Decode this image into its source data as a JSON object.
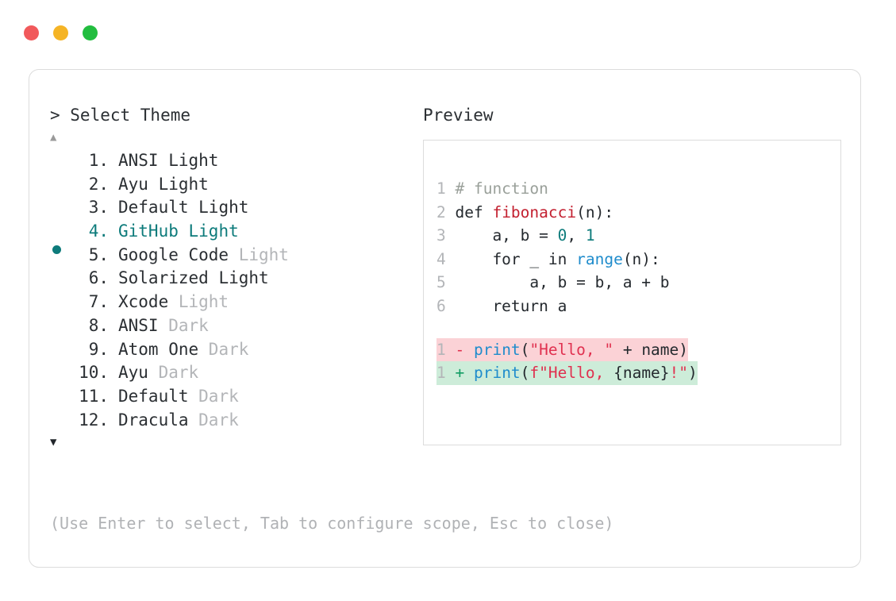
{
  "window": {
    "dots": [
      {
        "name": "close",
        "color": "#f1595b"
      },
      {
        "name": "minimize",
        "color": "#f5b425"
      },
      {
        "name": "maximize",
        "color": "#22bd3f"
      }
    ]
  },
  "selector": {
    "prompt": "> Select Theme",
    "scroll_up_icon": "▲",
    "scroll_down_icon": "▼",
    "selected_index": 4,
    "selected_bullet": "●",
    "accent_color": "#0d7b7b",
    "items": [
      {
        "num": " 1.",
        "name": "ANSI",
        "variant": "Light",
        "variant_dim": false,
        "selected": false
      },
      {
        "num": " 2.",
        "name": "Ayu",
        "variant": "Light",
        "variant_dim": false,
        "selected": false
      },
      {
        "num": " 3.",
        "name": "Default",
        "variant": "Light",
        "variant_dim": false,
        "selected": false
      },
      {
        "num": " 4.",
        "name": "GitHub",
        "variant": "Light",
        "variant_dim": false,
        "selected": true
      },
      {
        "num": " 5.",
        "name": "Google Code",
        "variant": "Light",
        "variant_dim": true,
        "selected": false
      },
      {
        "num": " 6.",
        "name": "Solarized",
        "variant": "Light",
        "variant_dim": false,
        "selected": false
      },
      {
        "num": " 7.",
        "name": "Xcode",
        "variant": "Light",
        "variant_dim": true,
        "selected": false
      },
      {
        "num": " 8.",
        "name": "ANSI",
        "variant": "Dark",
        "variant_dim": true,
        "selected": false
      },
      {
        "num": " 9.",
        "name": "Atom One",
        "variant": "Dark",
        "variant_dim": true,
        "selected": false
      },
      {
        "num": "10.",
        "name": "Ayu",
        "variant": "Dark",
        "variant_dim": true,
        "selected": false
      },
      {
        "num": "11.",
        "name": "Default",
        "variant": "Dark",
        "variant_dim": true,
        "selected": false
      },
      {
        "num": "12.",
        "name": "Dracula",
        "variant": "Dark",
        "variant_dim": true,
        "selected": false
      }
    ]
  },
  "preview": {
    "label": "Preview",
    "code_lines": [
      {
        "ln": "1",
        "tokens": [
          {
            "t": "# function",
            "c": "comment"
          }
        ]
      },
      {
        "ln": "2",
        "tokens": [
          {
            "t": "def ",
            "c": "plain"
          },
          {
            "t": "fibonacci",
            "c": "func"
          },
          {
            "t": "(n):",
            "c": "plain"
          }
        ]
      },
      {
        "ln": "3",
        "tokens": [
          {
            "t": "    a, b = ",
            "c": "plain"
          },
          {
            "t": "0",
            "c": "num"
          },
          {
            "t": ", ",
            "c": "plain"
          },
          {
            "t": "1",
            "c": "num"
          }
        ]
      },
      {
        "ln": "4",
        "tokens": [
          {
            "t": "    for _ in ",
            "c": "plain"
          },
          {
            "t": "range",
            "c": "builtin"
          },
          {
            "t": "(n):",
            "c": "plain"
          }
        ]
      },
      {
        "ln": "5",
        "tokens": [
          {
            "t": "        a, b = b, a + b",
            "c": "plain"
          }
        ]
      },
      {
        "ln": "6",
        "tokens": [
          {
            "t": "    return a",
            "c": "plain"
          }
        ]
      }
    ],
    "diff_lines": [
      {
        "ln": "1",
        "kind": "del",
        "sign": "-",
        "tokens": [
          {
            "t": "print",
            "c": "builtin"
          },
          {
            "t": "(",
            "c": "plain"
          },
          {
            "t": "\"Hello, \"",
            "c": "str"
          },
          {
            "t": " + name)",
            "c": "plain"
          }
        ]
      },
      {
        "ln": "1",
        "kind": "add",
        "sign": "+",
        "tokens": [
          {
            "t": "print",
            "c": "builtin"
          },
          {
            "t": "(",
            "c": "plain"
          },
          {
            "t": "f\"Hello, ",
            "c": "str"
          },
          {
            "t": "{name}",
            "c": "plain"
          },
          {
            "t": "!\"",
            "c": "str"
          },
          {
            "t": ")",
            "c": "plain"
          }
        ]
      }
    ]
  },
  "footer": {
    "hint": "(Use Enter to select, Tab to configure scope, Esc to close)"
  }
}
